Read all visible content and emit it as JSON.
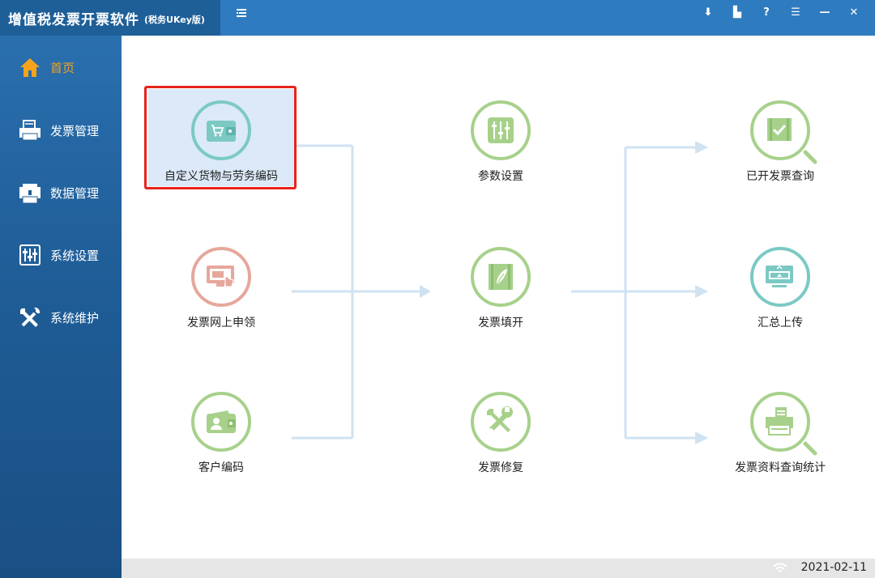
{
  "app": {
    "title": "增值税发票开票软件",
    "subtitle": "(税务UKey版)"
  },
  "titlebar": {
    "menu_icon": "list-menu-icon",
    "buttons": [
      {
        "name": "upload-icon",
        "glyph": "⬇"
      },
      {
        "name": "book-icon",
        "glyph": "▙"
      },
      {
        "name": "help-icon",
        "glyph": "?"
      },
      {
        "name": "menu-icon",
        "glyph": "☰"
      },
      {
        "name": "minimize-icon",
        "glyph": "—"
      },
      {
        "name": "close-icon",
        "glyph": "✕"
      }
    ]
  },
  "sidebar": {
    "items": [
      {
        "label": "首页",
        "icon": "home-icon",
        "active": true
      },
      {
        "label": "发票管理",
        "icon": "printer-icon",
        "active": false
      },
      {
        "label": "数据管理",
        "icon": "data-icon",
        "active": false
      },
      {
        "label": "系统设置",
        "icon": "settings-sliders-icon",
        "active": false
      },
      {
        "label": "系统维护",
        "icon": "tools-icon",
        "active": false
      }
    ]
  },
  "tiles": [
    {
      "label": "自定义货物与劳务编码",
      "icon": "cart-wallet-icon",
      "color": "#7cc9c4",
      "selected": true
    },
    {
      "label": "发票网上申领",
      "icon": "monitor-hand-icon",
      "color": "#e6a79b",
      "selected": false
    },
    {
      "label": "客户编码",
      "icon": "wallet-user-icon",
      "color": "#a7d18b",
      "selected": false
    },
    {
      "label": "参数设置",
      "icon": "sliders-icon",
      "color": "#a7d18b",
      "selected": false
    },
    {
      "label": "发票填开",
      "icon": "pen-leaf-icon",
      "color": "#a7d18b",
      "selected": false
    },
    {
      "label": "发票修复",
      "icon": "tools-icon",
      "color": "#a7d18b",
      "selected": false
    },
    {
      "label": "已开发票查询",
      "icon": "check-search-icon",
      "color": "#a7d18b",
      "selected": false
    },
    {
      "label": "汇总上传",
      "icon": "upload-monitor-icon",
      "color": "#7cc9c4",
      "selected": false
    },
    {
      "label": "发票资料查询统计",
      "icon": "docs-search-icon",
      "color": "#a7d18b",
      "selected": false
    }
  ],
  "status": {
    "wifi_icon": "wifi-icon",
    "date": "2021-02-11"
  }
}
